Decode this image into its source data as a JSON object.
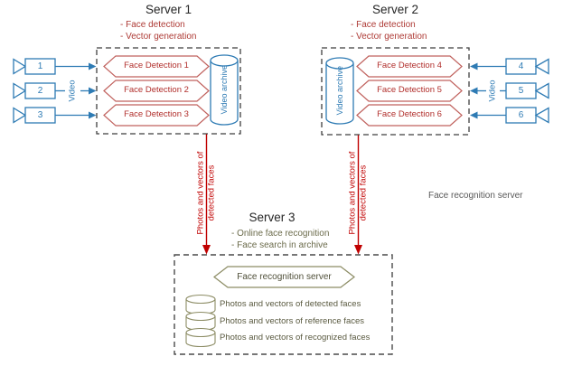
{
  "diagram": {
    "server1": {
      "title": "Server 1",
      "bullet1": "- Face detection",
      "bullet2": "- Vector generation",
      "node1": "Face Detection 1",
      "node2": "Face Detection 2",
      "node3": "Face Detection 3",
      "archive_label": "Video archive"
    },
    "server2": {
      "title": "Server 2",
      "bullet1": "- Face detection",
      "bullet2": "- Vector generation",
      "node1": "Face Detection 4",
      "node2": "Face Detection 5",
      "node3": "Face Detection 6",
      "archive_label": "Video archive"
    },
    "server3": {
      "title": "Server 3",
      "bullet1": "- Online face recognition",
      "bullet2": "- Face search in archive",
      "hex_label": "Face recognition server",
      "db1": "Photos and vectors of detected faces",
      "db2": "Photos and vectors of reference faces",
      "db3": "Photos and vectors of recognized faces"
    },
    "cameras": {
      "left1": "1",
      "left2": "2",
      "left3": "3",
      "right1": "4",
      "right2": "5",
      "right3": "6",
      "video_label_left": "Video",
      "video_label_right": "Video"
    },
    "flow_left": {
      "line1": "Photos and vectors of",
      "line2": "detected faces"
    },
    "flow_right": {
      "line1": "Photos and vectors of",
      "line2": "detected faces"
    },
    "side_label": "Face recognition server",
    "colors": {
      "camera_blue": "#2e7bb4",
      "detection_red_stroke": "#c0615d",
      "detection_red_text": "#b12f2c",
      "arrow_red": "#c00000",
      "server3_olive": "#8c8c64",
      "server3_text": "#5a5a40",
      "dashed_border": "#3f3f3f",
      "side_text": "#595959"
    }
  }
}
